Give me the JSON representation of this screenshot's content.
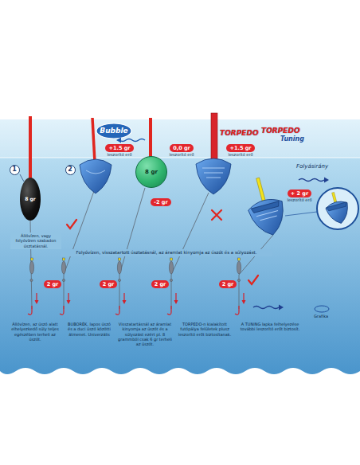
{
  "diagram": {
    "nodes": [
      {
        "text": [
          "1"
        ]
      },
      {
        "text": [
          "8 gr"
        ]
      },
      {
        "text": [
          "2"
        ]
      },
      {
        "text": [
          "+1.5 gr",
          "leszorító erő"
        ]
      },
      {
        "text": [
          "8 gr"
        ]
      },
      {
        "text": [
          "0,0 gr",
          "leszorító erő"
        ]
      },
      {
        "text": [
          "-2 gr"
        ]
      },
      {
        "text": [
          "+1.5 gr",
          "leszorító erő"
        ]
      },
      {
        "text": [
          "+ 2 gr",
          "leszorító erő"
        ]
      },
      {
        "text": [
          "2 gr"
        ]
      },
      {
        "text": [
          "2 gr"
        ]
      },
      {
        "text": [
          "2 gr"
        ]
      },
      {
        "text": [
          "2 gr"
        ]
      }
    ],
    "labels": [
      "Bubble",
      "TORPEDO",
      "TORPEDO",
      "Tuning",
      "Folyásirány",
      "Állóvízen, vagy folyóvízen szabadon úsztatásnál.",
      "Folyóvízen, visszatartott úsztatásnál, az áramlat kinyomja az úszót és a súlyozást.",
      "Állóvízen, az úszó alatt elhelyezkedő súly teljes egészében terheli az úszót.",
      "BUBORÉK, lapos úszó és a duci úszó közötti átmenet. Univerzális",
      "Visszatartásnál az áramlat kinyomja az úszót és a súlyozást ezért pl. 8 grammból csak 6 gr terheli az úszót.",
      "TORPEDO-n kialakított futópálya felületek plusz leszorító erőt biztosítanak.",
      "A TUNING lapka felhelyezése további leszorító erőt biztosít.",
      "Grafika"
    ]
  }
}
